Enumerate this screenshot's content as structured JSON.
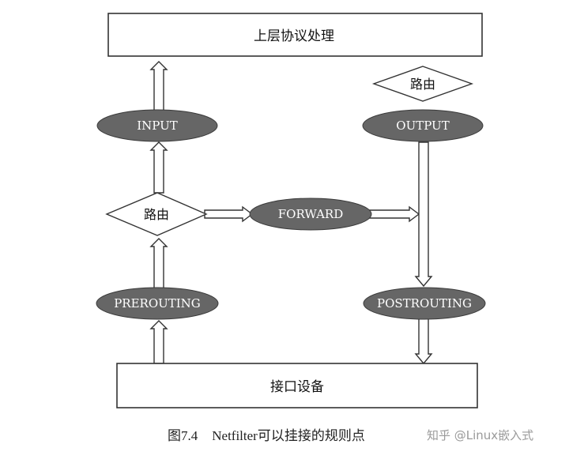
{
  "diagram": {
    "top_box": "上层协议处理",
    "bottom_box": "接口设备",
    "route_left": "路由",
    "route_right": "路由",
    "input": "INPUT",
    "output": "OUTPUT",
    "forward": "FORWARD",
    "prerouting": "PREROUTING",
    "postrouting": "POSTROUTING"
  },
  "caption": {
    "number": "图7.4",
    "text": "Netfilter可以挂接的规则点"
  },
  "watermark": "知乎 @Linux嵌入式",
  "colors": {
    "node_fill": "#666666",
    "node_text": "#ffffff",
    "line": "#333333",
    "box_fill": "#ffffff"
  }
}
